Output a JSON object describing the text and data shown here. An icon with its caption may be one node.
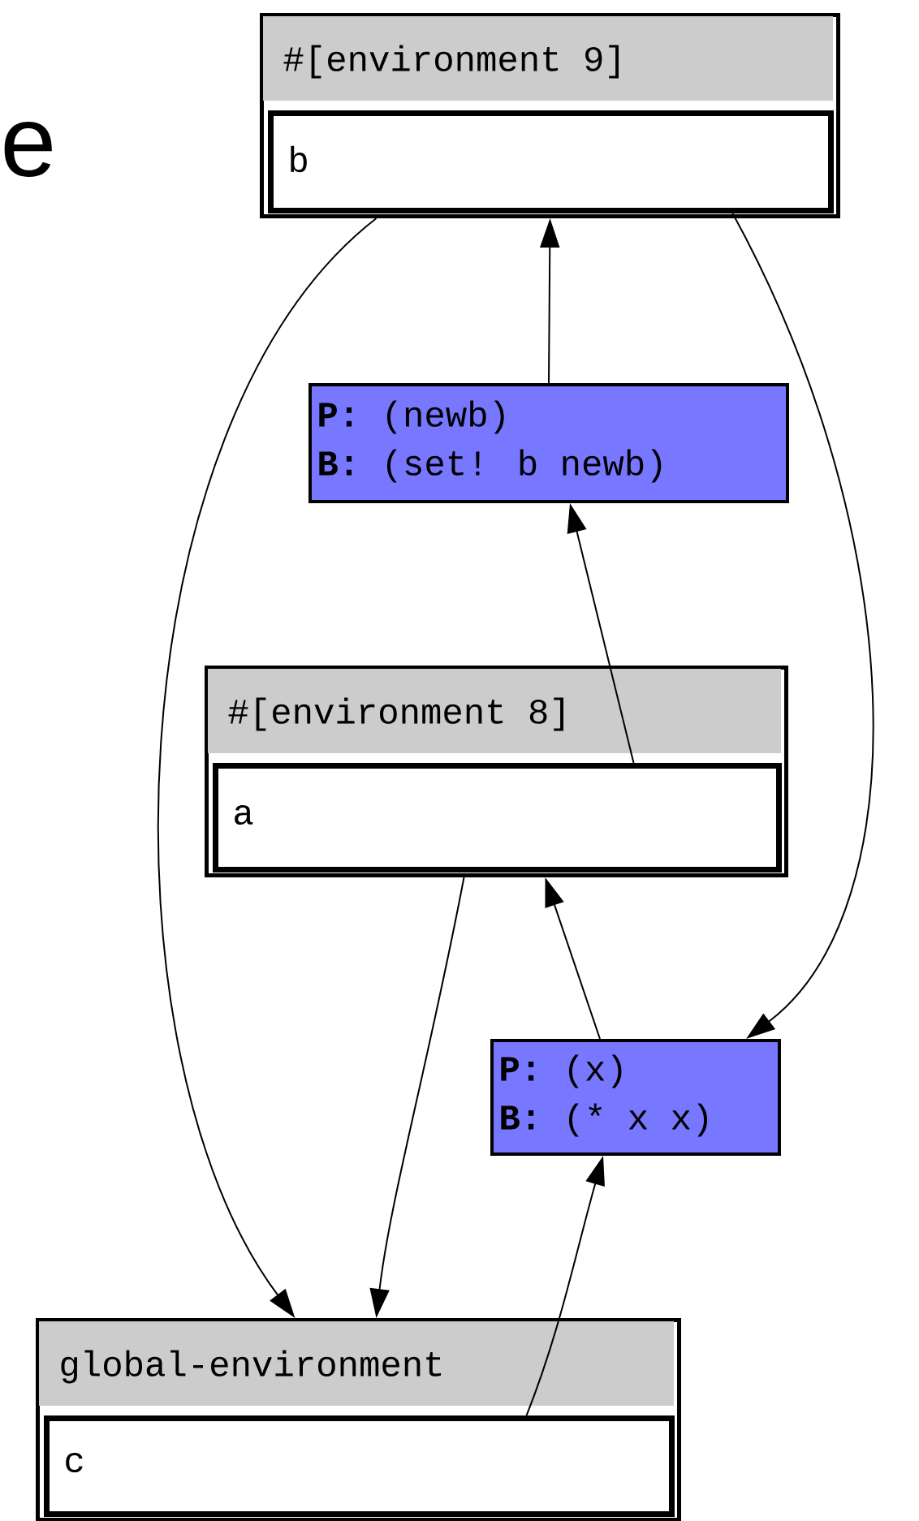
{
  "diagram": {
    "nodes": [
      {
        "text": [
          "#[environment 9]"
        ]
      },
      {
        "text": [
          "b"
        ],
        "in": 0
      },
      {
        "text": [
          "**P:** (newb)",
          "**B:** (set! b newb)"
        ]
      },
      {
        "text": [
          "#[environment 8]"
        ]
      },
      {
        "text": [
          "a"
        ],
        "in": 3
      },
      {
        "text": [
          "**P:** (x)",
          "**B:** (* x x)"
        ]
      },
      {
        "text": [
          "global-environment"
        ]
      },
      {
        "text": [
          "c"
        ],
        "in": 6
      }
    ],
    "edges": [
      {
        "from": 1,
        "to": 5,
        "arrow": "to"
      },
      {
        "from": 0,
        "to": 6,
        "arrow": "to"
      },
      {
        "from": 2,
        "to": 0,
        "arrow": "to"
      },
      {
        "from": 4,
        "to": 2,
        "arrow": "to"
      },
      {
        "from": 3,
        "to": 6,
        "arrow": "to"
      },
      {
        "from": 5,
        "to": 3,
        "arrow": "to"
      },
      {
        "from": 7,
        "to": 5,
        "arrow": "to"
      }
    ],
    "labels": [
      "e"
    ]
  }
}
